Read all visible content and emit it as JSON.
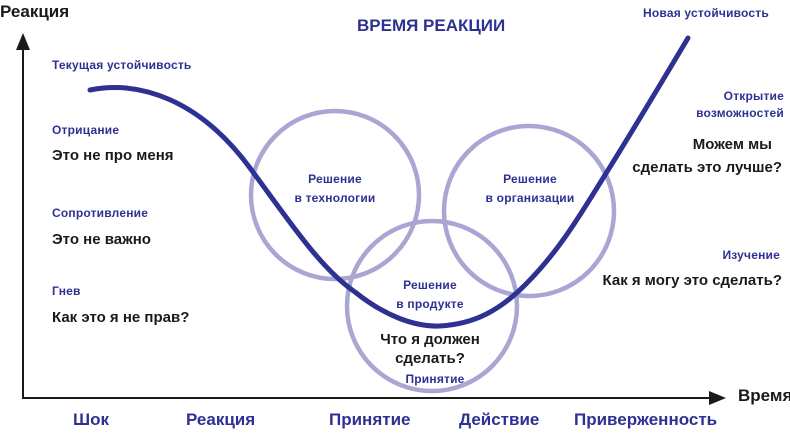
{
  "title": "ВРЕМЯ РЕАКЦИИ",
  "axes": {
    "y_label": "Реакция",
    "x_label": "Время"
  },
  "stages": [
    "Шок",
    "Реакция",
    "Принятие",
    "Действие",
    "Приверженность"
  ],
  "curve": {
    "start_label": "Текущая устойчивость",
    "end_label": "Новая устойчивость",
    "color": "#2e3192"
  },
  "left_phases": [
    {
      "label": "Отрицание",
      "quote": "Это не про меня"
    },
    {
      "label": "Сопротивление",
      "quote": "Это не важно"
    },
    {
      "label": "Гнев",
      "quote": "Как это я не прав?"
    }
  ],
  "right_phases": [
    {
      "label_line1": "Открытие",
      "label_line2": "возможностей",
      "quote_line1": "Можем мы",
      "quote_line2": "сделать это лучше?"
    },
    {
      "label": "Изучение",
      "quote": "Как я могу это сделать?"
    }
  ],
  "circles": [
    {
      "line1": "Решение",
      "line2": "в технологии"
    },
    {
      "line1": "Решение",
      "line2": "в организации"
    },
    {
      "line1": "Решение",
      "line2": "в продукте"
    }
  ],
  "bottom": {
    "quote_line1": "Что я должен",
    "quote_line2": "сделать?",
    "label": "Принятие"
  },
  "colors": {
    "accent": "#2e3192",
    "circle": "#a9a6d3",
    "text": "#1a1a1a"
  }
}
